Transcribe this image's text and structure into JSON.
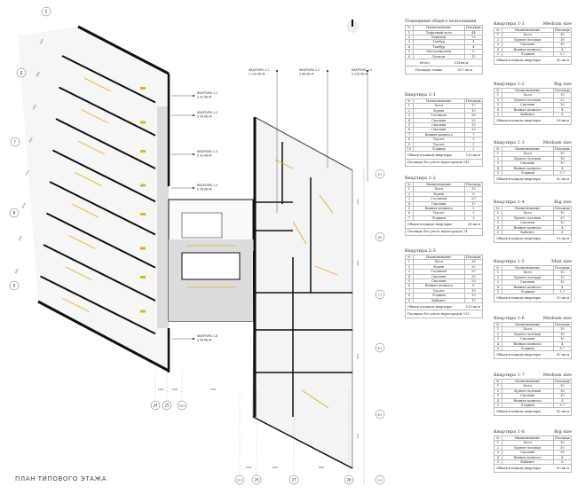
{
  "title": "ПЛАН ТИПОВОГО ЭТАЖА",
  "colors": {
    "accent": "#e3b21c",
    "wall": "#111111",
    "corridor": "#dcdcdc"
  },
  "north_arrow_icon": "north-arrow-icon",
  "axes": {
    "left": [
      "Е",
      "Д",
      "Г",
      "В",
      "Б"
    ],
    "bottom_left": [
      "24",
      "25",
      "25/1"
    ],
    "bottom_right": [
      "25/2",
      "26",
      "27",
      "28"
    ],
    "right": [
      "Е/1",
      "Д/1",
      "Г/1",
      "В/1",
      "Б/1",
      "А/1"
    ]
  },
  "dimensions": {
    "bottom_left": [
      "1400",
      "1800",
      "7200"
    ],
    "bottom_right": [
      "1940",
      "4600",
      "6600"
    ],
    "right": [
      "3100",
      "3600",
      "5550",
      "7244"
    ],
    "left": [
      "3300",
      "3600",
      "3300",
      "3600",
      "3300",
      "3600",
      "3300",
      "3600"
    ]
  },
  "callouts": [
    {
      "name": "КВАРТИРА 1-1",
      "area": "S 42 КВ.М"
    },
    {
      "name": "КВАРТИРА 1-2",
      "area": "S 56 КВ.М"
    },
    {
      "name": "КВАРТИРА 1-3",
      "area": "S 42 КВ.М"
    },
    {
      "name": "КВАРТИРА 1-4",
      "area": "S 56 КВ.М"
    },
    {
      "name": "КВАРТИРА 1-8",
      "area": "S 56 КВ.М"
    },
    {
      "name": "КВАРТИРА 2-1",
      "area": "S 120 КВ.М"
    },
    {
      "name": "КВАРТИРА 2-2",
      "area": "S 68 КВ.М"
    },
    {
      "name": "КВАРТИРА 2-3",
      "area": "S 129 КВ.М"
    }
  ],
  "columns": {
    "no": "№",
    "name": "Наименование",
    "area": "Площадь"
  },
  "common": {
    "title": "Помещения общего пользования",
    "rows": [
      [
        "1",
        "Лифтовый холл",
        "44"
      ],
      [
        "2",
        "Коридор",
        "73"
      ],
      [
        "3",
        "Тамбур",
        "4"
      ],
      [
        "4",
        "Тамбур",
        "4"
      ],
      [
        "5",
        "Мусоропровод",
        "5"
      ],
      [
        "6",
        "Балкон",
        "10"
      ]
    ],
    "total_label": "Итого",
    "total": "134 кв.м",
    "floor_label": "Площадь этажа",
    "floor": "637 кв.м"
  },
  "apts2": [
    {
      "title": "Квартира 2-1",
      "rows": [
        [
          "1",
          "Холл",
          "17"
        ],
        [
          "2",
          "Кухня",
          "10"
        ],
        [
          "3",
          "Гостиная",
          "26"
        ],
        [
          "4",
          "Спальня",
          "20"
        ],
        [
          "5",
          "Спальня",
          "15"
        ],
        [
          "6",
          "Спальня",
          "20"
        ],
        [
          "7",
          "Ванная комната",
          "7"
        ],
        [
          "8",
          "Туалет",
          "3"
        ],
        [
          "9",
          "Туалет",
          "3"
        ],
        [
          "10",
          "Лоджия",
          "2"
        ]
      ],
      "total_label": "Общая площадь квартиры",
      "total": "120 кв.м",
      "extra": "Площадь без учета перегородок 141"
    },
    {
      "title": "Квартира 2-2",
      "rows": [
        [
          "1",
          "Холл",
          "13"
        ],
        [
          "2",
          "Кухня",
          "8"
        ],
        [
          "3",
          "Гостиная",
          "20"
        ],
        [
          "4",
          "Спальня",
          "17"
        ],
        [
          "5",
          "Ванная комната",
          "5"
        ],
        [
          "6",
          "Туалет",
          "3"
        ],
        [
          "7",
          "Лоджия",
          "3"
        ]
      ],
      "total_label": "Общая площадь квартиры",
      "total": "68 кв.м",
      "extra": "Площадь без учета перегородок 74"
    },
    {
      "title": "Квартира 2-3",
      "rows": [
        [
          "1",
          "Холл",
          "18"
        ],
        [
          "2",
          "Кухня",
          "20"
        ],
        [
          "3",
          "Гостиная",
          "20"
        ],
        [
          "4",
          "Спальня",
          "20"
        ],
        [
          "5",
          "Спальня",
          "23"
        ],
        [
          "6",
          "Ванная комната",
          "6"
        ],
        [
          "7",
          "Туалет",
          "19"
        ],
        [
          "8",
          "Лоджия",
          "19"
        ],
        [
          "9",
          "Кабинет",
          "19"
        ]
      ],
      "total_label": "Общая площадь квартиры",
      "total": "129 кв.м",
      "extra": "Площадь без учета перегородок 135"
    }
  ],
  "apts1": [
    {
      "title": "Квартира 1-1",
      "size": "Medium size",
      "rows": [
        [
          "1",
          "Холл",
          "10"
        ],
        [
          "2",
          "Кухня-столовая",
          "18"
        ],
        [
          "3",
          "Спальня",
          "10"
        ],
        [
          "4",
          "Ванная комната",
          "4"
        ],
        [
          "5",
          "Лоджия",
          "5.7"
        ]
      ],
      "total_label": "Общая площадь квартиры",
      "total": "42 кв.м"
    },
    {
      "title": "Квартира 1-2",
      "size": "Big size",
      "rows": [
        [
          "1",
          "Холл",
          "10"
        ],
        [
          "2",
          "Кухня-столовая",
          "32"
        ],
        [
          "3",
          "Спальня",
          "10"
        ],
        [
          "4",
          "Ванная комната",
          "4"
        ],
        [
          "5",
          "Кабинет",
          "8"
        ]
      ],
      "total_label": "Общая площадь квартиры",
      "total": "56 кв.м"
    },
    {
      "title": "Квартира 1-3",
      "size": "Medium size",
      "rows": [
        [
          "1",
          "Холл",
          "10"
        ],
        [
          "2",
          "Кухня-столовая",
          "18"
        ],
        [
          "3",
          "Спальня",
          "10"
        ],
        [
          "4",
          "Ванная комната",
          "4"
        ],
        [
          "5",
          "Лоджия",
          "5.7"
        ]
      ],
      "total_label": "Общая площадь квартиры",
      "total": "42 кв.м"
    },
    {
      "title": "Квартира 1-4",
      "size": "Big size",
      "rows": [
        [
          "1",
          "Холл",
          "10"
        ],
        [
          "2",
          "Кухня-столовая",
          "33"
        ],
        [
          "3",
          "Спальня",
          "10"
        ],
        [
          "4",
          "Ванная комната",
          "4"
        ],
        [
          "5",
          "Кабинет",
          "8"
        ]
      ],
      "total_label": "Общая площадь квартиры",
      "total": "56 кв.м"
    },
    {
      "title": "Квартира 1-5",
      "size": "Mini size",
      "rows": [
        [
          "1",
          "Холл",
          "10"
        ],
        [
          "2",
          "Кухня-столовая",
          "12"
        ],
        [
          "3",
          "Спальня",
          "10"
        ],
        [
          "4",
          "Ванная комната",
          "4"
        ],
        [
          "5",
          "Лоджия",
          "5.7"
        ]
      ],
      "total_label": "Общая площадь квартиры",
      "total": "30 кв.м"
    },
    {
      "title": "Квартира 1-6",
      "size": "Medium size",
      "rows": [
        [
          "1",
          "Холл",
          "10"
        ],
        [
          "2",
          "Кухня-столовая",
          "18"
        ],
        [
          "3",
          "Спальня",
          "10"
        ],
        [
          "4",
          "Ванная комната",
          "4"
        ],
        [
          "5",
          "Лоджия",
          "5.7"
        ]
      ],
      "total_label": "Общая площадь квартиры",
      "total": "42 кв.м"
    },
    {
      "title": "Квартира 1-7",
      "size": "Medium size",
      "rows": [
        [
          "1",
          "Холл",
          "10"
        ],
        [
          "2",
          "Кухня-столовая",
          "18"
        ],
        [
          "3",
          "Спальня",
          "10"
        ],
        [
          "4",
          "Ванная комната",
          "4"
        ],
        [
          "5",
          "Лоджия",
          "5.7"
        ]
      ],
      "total_label": "Общая площадь квартиры",
      "total": "42 кв.м"
    },
    {
      "title": "Квартира 1-8",
      "size": "Big size",
      "rows": [
        [
          "1",
          "Холл",
          "10"
        ],
        [
          "2",
          "Кухня-столовая",
          "30"
        ],
        [
          "3",
          "Спальня",
          "18"
        ],
        [
          "4",
          "Ванная комната",
          "4"
        ],
        [
          "5",
          "Кабинет",
          "8"
        ]
      ],
      "total_label": "Общая площадь квартиры",
      "total": "60 кв.м"
    }
  ]
}
